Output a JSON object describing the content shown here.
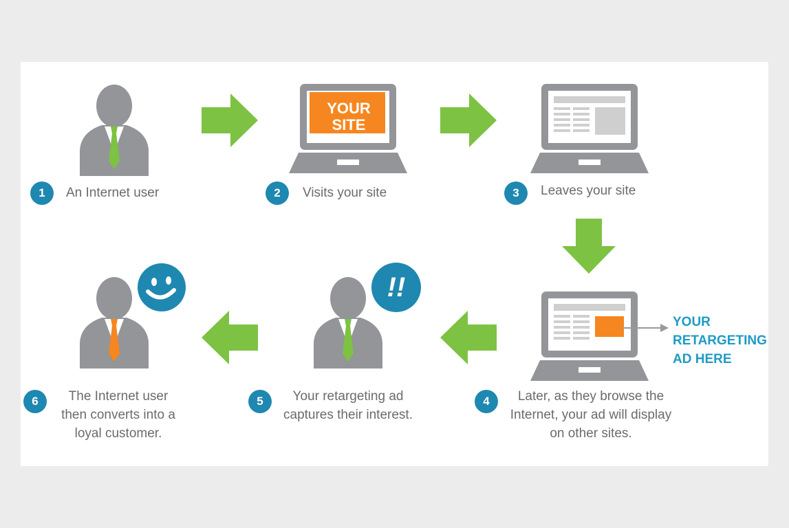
{
  "steps": [
    {
      "number": "1",
      "caption": "An Internet user"
    },
    {
      "number": "2",
      "caption": "Visits your site"
    },
    {
      "number": "3",
      "caption": "Leaves your site"
    },
    {
      "number": "4",
      "caption": "Later, as they browse the\nInternet, your ad will display\non other sites."
    },
    {
      "number": "5",
      "caption": "Your retargeting ad\ncaptures their interest."
    },
    {
      "number": "6",
      "caption": "The Internet user\nthen converts into a\nloyal customer."
    }
  ],
  "screen_label": "YOUR\nSITE",
  "ad_callout": "YOUR\nRETARGETING\nAD HERE",
  "exclamation": "!!",
  "colors": {
    "arrow": "#7dc242",
    "badge": "#1e88b0",
    "figure": "#939598",
    "ad_orange": "#f6861f",
    "ad_text": "#1e9bc4",
    "tie_green": "#7dc242",
    "tie_orange": "#f6861f"
  },
  "icons": [
    "person-icon",
    "laptop-icon",
    "arrow-icon",
    "smiley-icon",
    "exclamation-icon"
  ]
}
